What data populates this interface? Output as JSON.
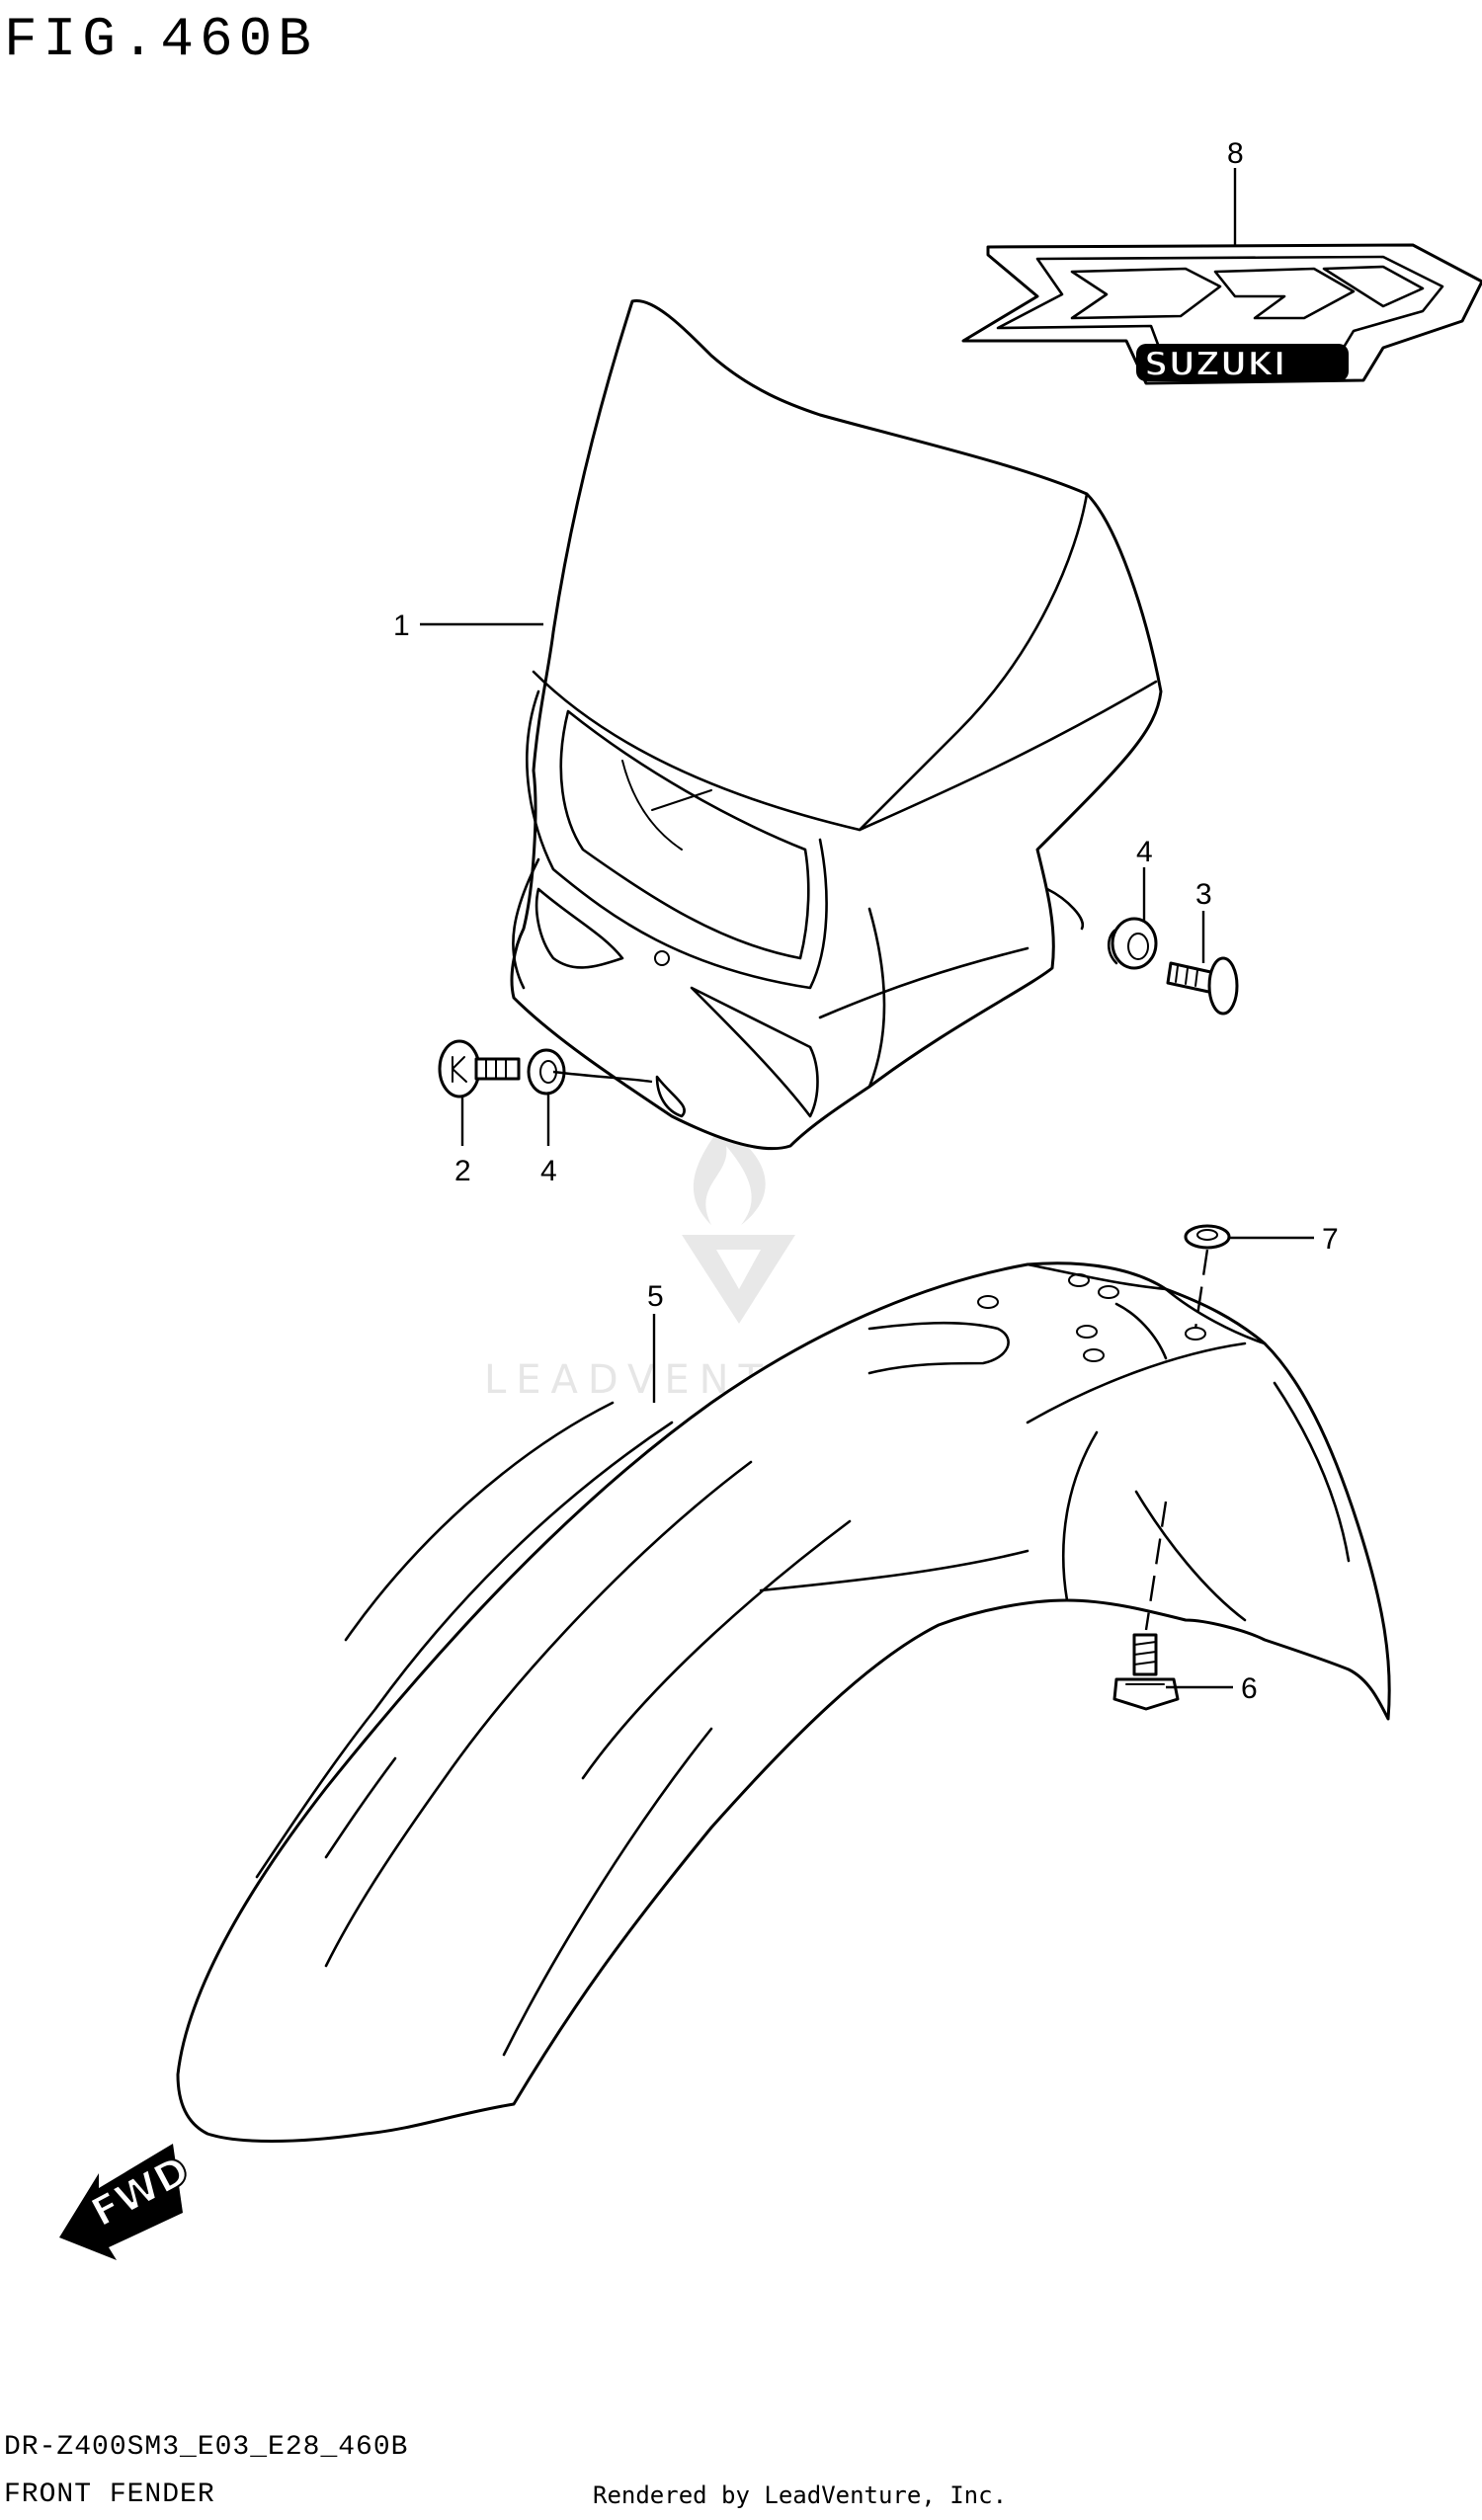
{
  "figure": {
    "title": "FIG.460B"
  },
  "callouts": {
    "c1": "1",
    "c2": "2",
    "c3": "3",
    "c4a": "4",
    "c4b": "4",
    "c5": "5",
    "c6": "6",
    "c7": "7",
    "c8": "8"
  },
  "decal": {
    "brand_text": "SUZUKI"
  },
  "direction_marker": {
    "label": "FWD"
  },
  "watermark": {
    "text": "LEADVENTURE"
  },
  "footer": {
    "model_code": "DR-Z400SM3_E03_E28_460B",
    "section_name": "FRONT FENDER",
    "credit": "Rendered by LeadVenture, Inc."
  }
}
